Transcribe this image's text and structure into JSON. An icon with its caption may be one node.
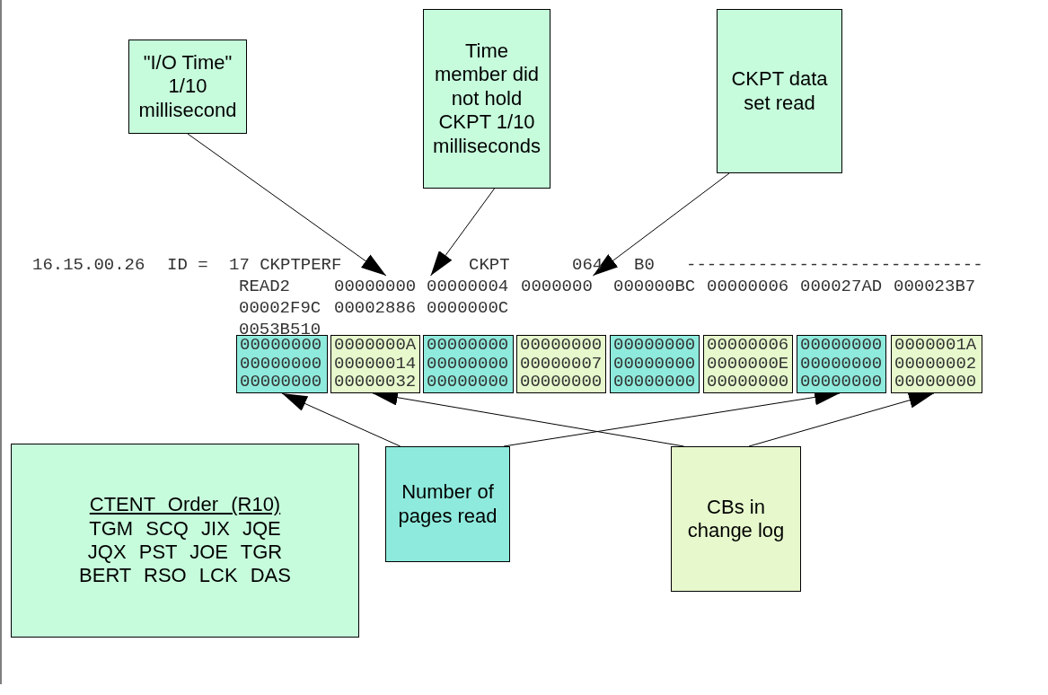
{
  "diagram": {
    "nodes": [
      {
        "text": [
          "\"I/O Time\" 1/10 millisecond"
        ]
      },
      {
        "text": [
          "Time member did not hold CKPT 1/10 milliseconds"
        ]
      },
      {
        "text": [
          "CKPT data set read"
        ]
      },
      {
        "text": [
          "00000000"
        ]
      },
      {
        "text": [
          "00000004"
        ]
      },
      {
        "text": [
          "0000000"
        ]
      },
      {
        "text": [
          "00000000",
          "00000000",
          "00000000"
        ]
      },
      {
        "text": [
          "0000000A",
          "00000014",
          "00000032"
        ]
      },
      {
        "text": [
          "00000000",
          "00000000",
          "00000000"
        ]
      },
      {
        "text": [
          "00000000",
          "00000007",
          "00000000"
        ]
      },
      {
        "text": [
          "00000000",
          "00000000",
          "00000000"
        ]
      },
      {
        "text": [
          "00000006",
          "0000000E",
          "00000000"
        ]
      },
      {
        "text": [
          "00000000",
          "00000000",
          "00000000"
        ]
      },
      {
        "text": [
          "0000001A",
          "00000002",
          "00000000"
        ]
      },
      {
        "text": [
          "CTENT Order (R10)",
          "TGM SCQ JIX JQE",
          "JQX PST JOE TGR",
          "BERT RSO LCK DAS"
        ]
      },
      {
        "text": [
          "Number of pages read"
        ]
      },
      {
        "text": [
          "CBs in change log"
        ]
      }
    ],
    "edges": [
      {
        "from": 0,
        "to": 3,
        "arrow": "to"
      },
      {
        "from": 1,
        "to": 4,
        "arrow": "to"
      },
      {
        "from": 2,
        "to": 5,
        "arrow": "to"
      },
      {
        "from": 15,
        "to": 6,
        "arrow": "to"
      },
      {
        "from": 15,
        "to": 12,
        "arrow": "to"
      },
      {
        "from": 16,
        "to": 7,
        "arrow": "to"
      },
      {
        "from": 16,
        "to": 13,
        "arrow": "to"
      }
    ],
    "labels": [
      "16.15.00.26",
      "ID =",
      "17 CKPTPERF",
      "CKPT",
      "064",
      "B0",
      "-----------------------------",
      "READ2",
      "000000BC",
      "00000006",
      "000027AD",
      "000023B7",
      "00002F9C",
      "00002886",
      "0000000C",
      "0053B510"
    ]
  }
}
